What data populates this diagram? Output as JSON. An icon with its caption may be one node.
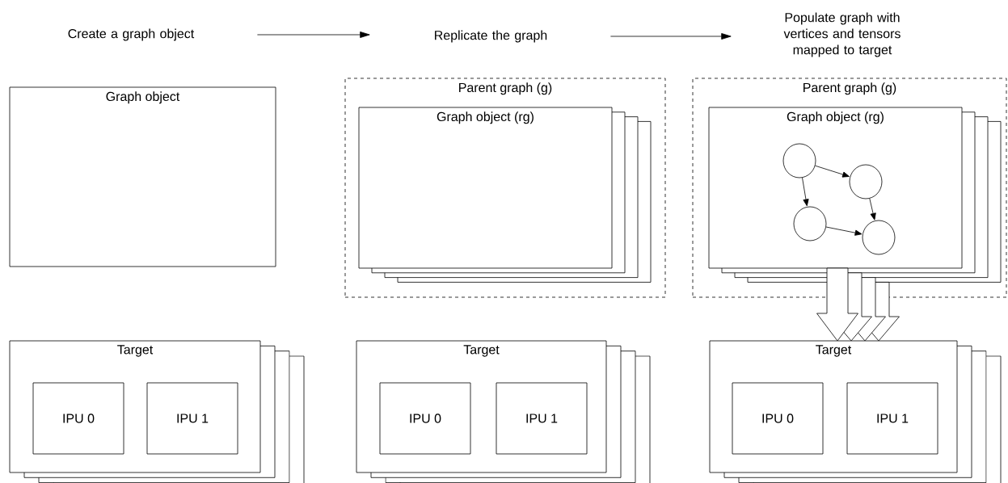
{
  "diagram": {
    "nodes": [
      {
        "text": [
          "Create a graph object"
        ]
      },
      {
        "text": [
          "Replicate the graph"
        ]
      },
      {
        "text": [
          "Populate graph with vertices and tensors mapped to target"
        ]
      },
      {
        "text": [
          "Graph object"
        ]
      },
      {
        "text": [
          "Parent graph (g)"
        ]
      },
      {
        "text": [
          "Graph object (rg)"
        ],
        "in": 4
      },
      {
        "text": [
          "Parent graph (g)"
        ]
      },
      {
        "text": [
          "Graph object (rg)"
        ],
        "in": 6
      },
      {
        "text": [],
        "shape": "circle",
        "in": 7
      },
      {
        "text": [],
        "shape": "circle",
        "in": 7
      },
      {
        "text": [],
        "shape": "circle",
        "in": 7
      },
      {
        "text": [],
        "shape": "circle",
        "in": 7
      },
      {
        "text": [
          "Target"
        ]
      },
      {
        "text": [
          "IPU 0"
        ],
        "in": 12
      },
      {
        "text": [
          "IPU 1"
        ],
        "in": 12
      },
      {
        "text": [
          "Target"
        ]
      },
      {
        "text": [
          "IPU 0"
        ],
        "in": 15
      },
      {
        "text": [
          "IPU 1"
        ],
        "in": 15
      },
      {
        "text": [
          "Target"
        ]
      },
      {
        "text": [
          "IPU 0"
        ],
        "in": 18
      },
      {
        "text": [
          "IPU 1"
        ],
        "in": 18
      }
    ],
    "edges": [
      {
        "from": 0,
        "to": 1,
        "arrow": "to"
      },
      {
        "from": 1,
        "to": 2,
        "arrow": "to"
      },
      {
        "from": 8,
        "to": 9,
        "arrow": "to"
      },
      {
        "from": 8,
        "to": 10,
        "arrow": "to"
      },
      {
        "from": 9,
        "to": 11,
        "arrow": "to"
      },
      {
        "from": 10,
        "to": 11,
        "arrow": "to"
      },
      {
        "from": 7,
        "to": 18,
        "arrow": "to"
      }
    ]
  }
}
